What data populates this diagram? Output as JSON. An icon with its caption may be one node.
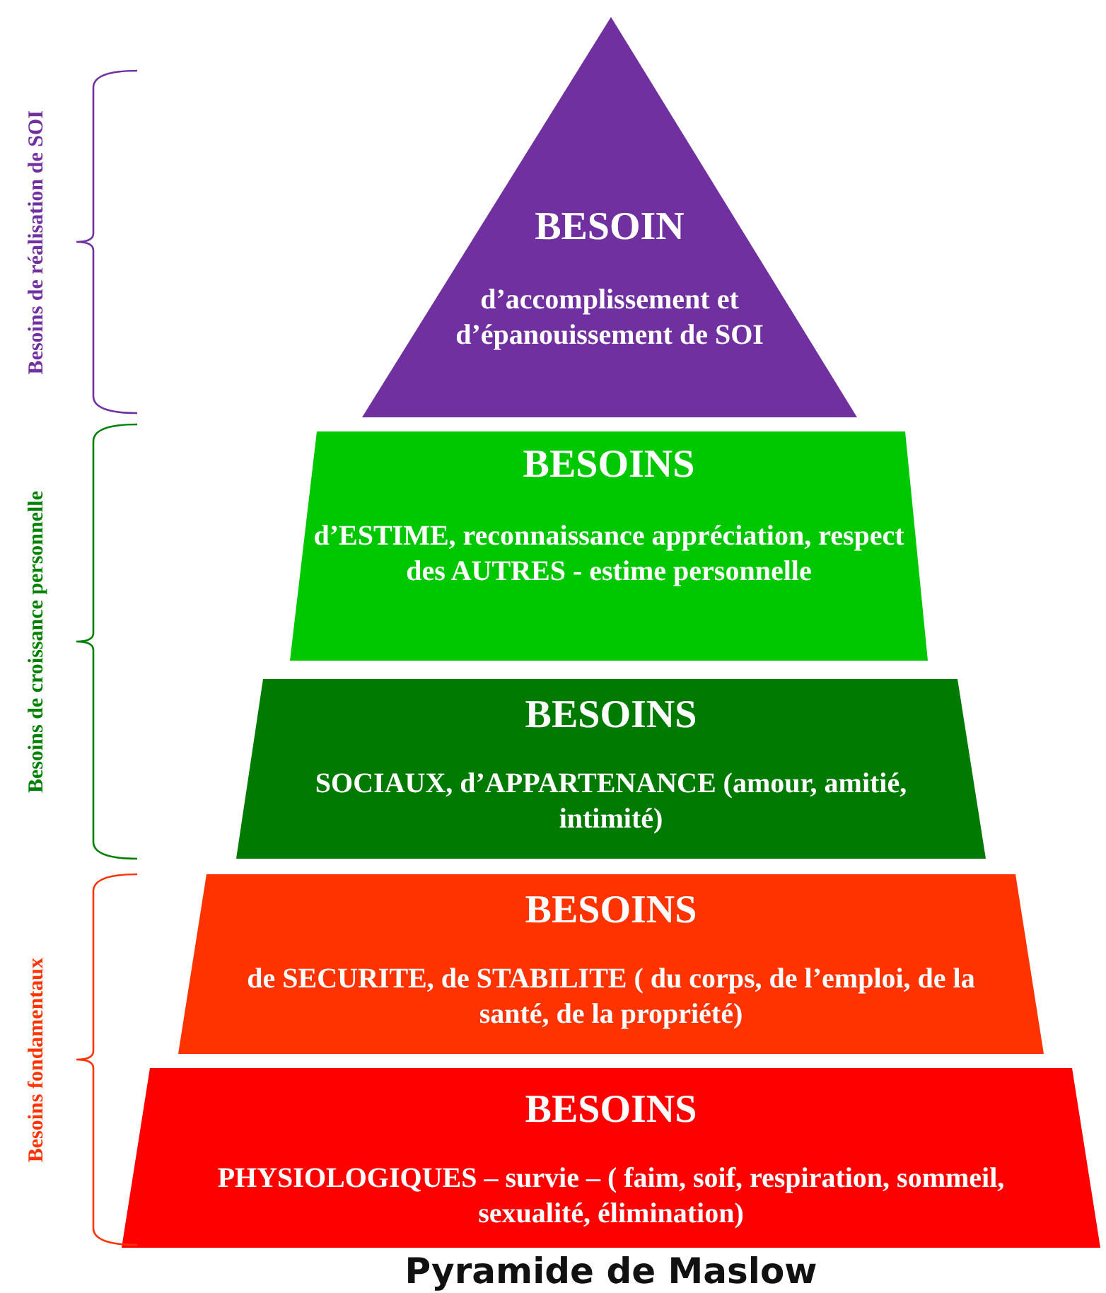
{
  "diagram": {
    "caption": "Pyramide de Maslow",
    "nodes": [
      {
        "text": [
          "BESOIN",
          "d’accomplissement et d’épanouissement de SOI"
        ]
      },
      {
        "text": [
          "BESOINS",
          "d’ESTIME, reconnaissance appréciation, respect des AUTRES - estime personnelle"
        ]
      },
      {
        "text": [
          "BESOINS",
          "SOCIAUX, d’APPARTENANCE (amour, amitié, intimité)"
        ]
      },
      {
        "text": [
          "BESOINS",
          "de SECURITE, de STABILITE ( du corps, de l’emploi, de la santé, de la propriété)"
        ]
      },
      {
        "text": [
          "BESOINS",
          "PHYSIOLOGIQUES – survie –  ( faim, soif, respiration, sommeil, sexualité, élimination)"
        ]
      }
    ],
    "labels": [
      "Besoins de réalisation de SOI",
      "Besoins  de croissance personnelle",
      "Besoins fondamentaux"
    ]
  }
}
